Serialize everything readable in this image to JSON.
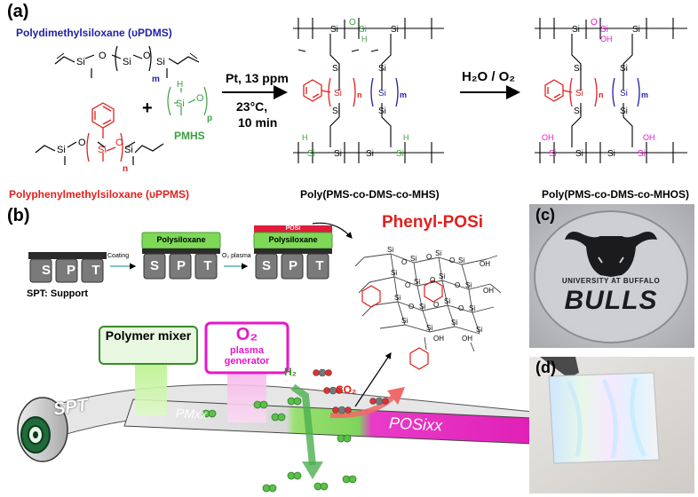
{
  "panel_a": {
    "label": "(a)",
    "pdms_name": "Polydimethylsiloxane (υPDMS)",
    "ppms_name": "Polyphenylmethylsiloxane (υPPMS)",
    "plus": "+",
    "pmhs": "PMHS",
    "catalyst": "Pt, 13 ppm",
    "temperature": "23°C,",
    "time": "10 min",
    "oxidant": "H₂O / O₂",
    "product1": "Poly(PMS-co-DMS-co-MHS)",
    "product2": "Poly(PMS-co-DMS-co-MHOS)",
    "atom_si": "Si",
    "atom_o": "O",
    "atom_h": "H",
    "atom_oh": "OH",
    "sub_m": "m",
    "sub_n": "n",
    "sub_p": "p"
  },
  "panel_b": {
    "label": "(b)",
    "spt_letters": [
      "S",
      "P",
      "T"
    ],
    "coating": "Coating",
    "o2_plasma_small": "O₂ plasma",
    "polysiloxane": "Polysiloxane",
    "posi": "POSi",
    "spt_support": "SPT: Support",
    "phenyl_posi": "Phenyl-POSi",
    "polymer_mixer": "Polymer mixer",
    "o2": "O₂",
    "plasma_generator": "plasma generator",
    "h2": "H₂",
    "co2": "CO₂",
    "spt_roll": "SPT",
    "pmxx": "PMxx",
    "posixx": "POSixx"
  },
  "panel_c": {
    "label": "(c)",
    "logo_text": "UNIVERSITY AT BUFFALO",
    "logo_word": "BULLS"
  },
  "panel_d": {
    "label": "(d)"
  },
  "colors": {
    "pdms_blue": "#1f1fa8",
    "ppms_red": "#e0201c",
    "pmhs_green": "#3aa040",
    "magenta": "#e616c8",
    "film_green": "#8fdc6a",
    "film_pink": "#e83cc8"
  }
}
